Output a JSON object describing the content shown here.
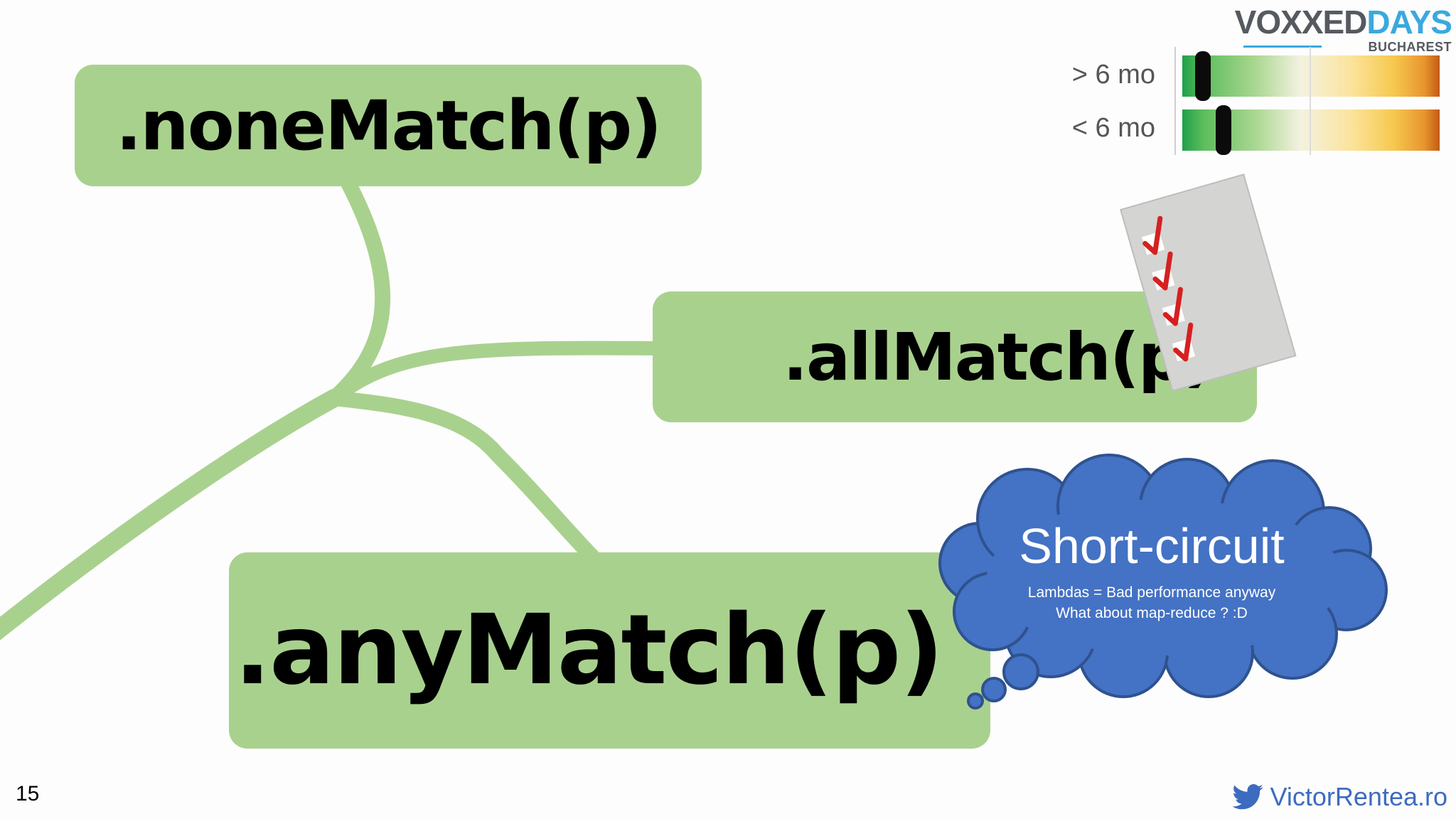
{
  "slide": {
    "number": "15",
    "credit": "VictorRentea.ro",
    "credit_icon": "twitter-bird-icon"
  },
  "logo": {
    "brand_part1": "VOXXED",
    "brand_part2": "DAYS",
    "city": "BUCHAREST"
  },
  "gauge": {
    "rows": [
      {
        "label": "> 6 mo",
        "level": 0.08
      },
      {
        "label": "< 6 mo",
        "level": 0.16
      }
    ]
  },
  "methods": {
    "none_match": ".noneMatch(p)",
    "all_match": ".allMatch(p)",
    "any_match": ".anyMatch(p)"
  },
  "cloud": {
    "title": "Short-circuit",
    "line1": "Lambdas = Bad performance anyway",
    "line2": "What about map-reduce ? :D"
  },
  "colors": {
    "box": "#a9d18e",
    "branch": "#a9d18e",
    "cloud": "#4472c4",
    "checkmark": "#d62020"
  }
}
